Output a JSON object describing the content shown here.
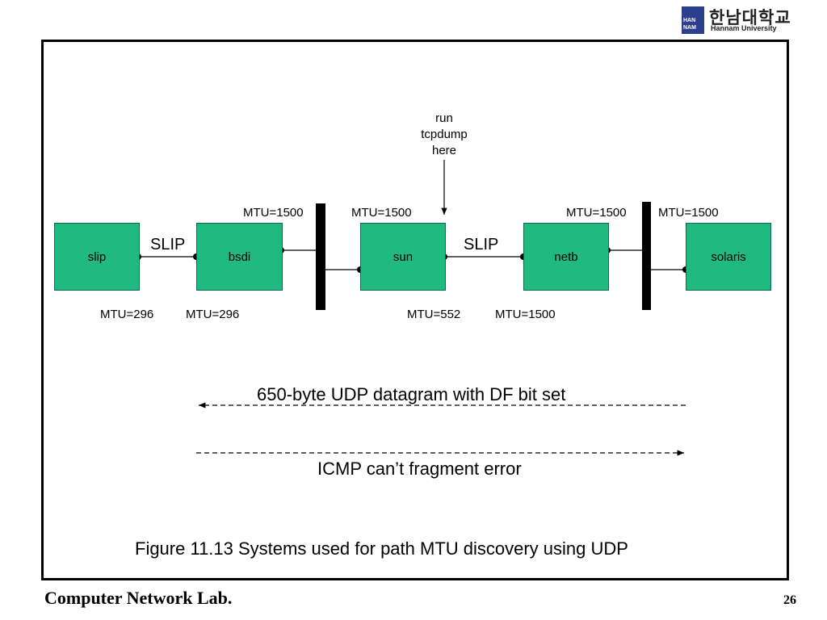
{
  "logo": {
    "korean": "한남대학교",
    "english": "Hannam University",
    "mark_top": "HAN",
    "mark_bottom": "NAM"
  },
  "hosts": [
    "slip",
    "bsdi",
    "sun",
    "netb",
    "solaris"
  ],
  "links": {
    "slip_left": "SLIP",
    "slip_right": "SLIP"
  },
  "mtu_top": [
    "MTU=1500",
    "MTU=1500",
    "MTU=1500",
    "MTU=1500"
  ],
  "mtu_bottom": [
    "MTU=296",
    "MTU=296",
    "MTU=552",
    "MTU=1500"
  ],
  "tcpdump_note": [
    "run",
    "tcpdump",
    "here"
  ],
  "messages": {
    "datagram": "650-byte UDP datagram with DF bit set",
    "icmp": "ICMP can’t fragment error"
  },
  "caption": "Figure 11.13 Systems used for path MTU discovery using UDP",
  "footer": {
    "lab": "Computer Network Lab.",
    "page": "26"
  },
  "colors": {
    "host_fill": "#20b980",
    "logo_blue": "#2c3f8f"
  }
}
